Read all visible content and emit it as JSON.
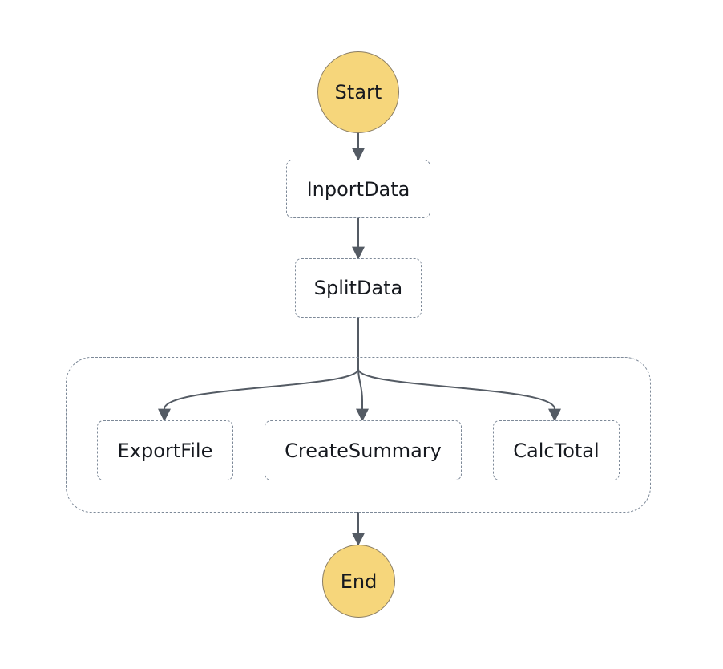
{
  "diagram": {
    "start": {
      "label": "Start"
    },
    "end": {
      "label": "End"
    },
    "states": {
      "import": {
        "label": "InportData"
      },
      "split": {
        "label": "SplitData"
      }
    },
    "parallel": {
      "branches": [
        {
          "label": "ExportFile"
        },
        {
          "label": "CreateSummary"
        },
        {
          "label": "CalcTotal"
        }
      ]
    }
  },
  "colors": {
    "terminal_fill": "#f6d67b",
    "edge": "#545b64"
  }
}
